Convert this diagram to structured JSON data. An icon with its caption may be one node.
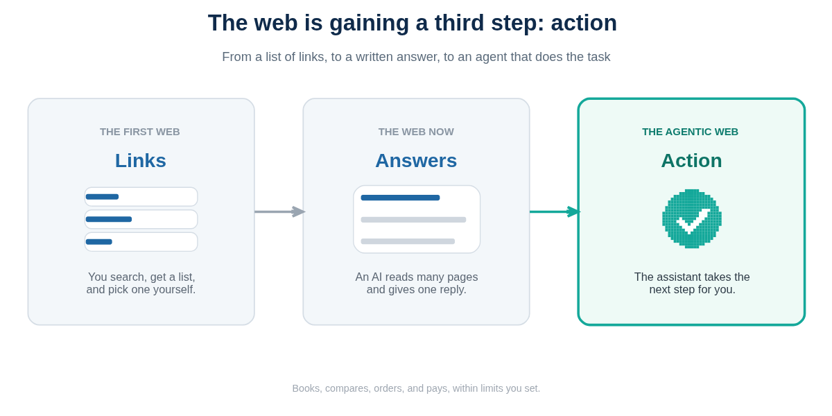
{
  "diagram": {
    "title": "The web is gaining a third step: action",
    "nodes": [
      {
        "text": [
          "THE FIRST WEB",
          "Links",
          "You search, get a list, and pick one yourself."
        ]
      },
      {
        "text": [
          "THE WEB NOW",
          "Answers",
          "An AI reads many pages and gives one reply."
        ]
      },
      {
        "text": [
          "THE AGENTIC WEB",
          "Action",
          "The assistant takes the next step for you."
        ]
      }
    ],
    "edges": [
      {
        "from": 0,
        "to": 1,
        "arrow": "to"
      },
      {
        "from": 1,
        "to": 2,
        "arrow": "to",
        "color": "#14a89a"
      }
    ],
    "labels": [
      "From a list of links, to a written answer, to an agent that does the task",
      "Books, compares, orders, and pays, within limits you set."
    ]
  }
}
